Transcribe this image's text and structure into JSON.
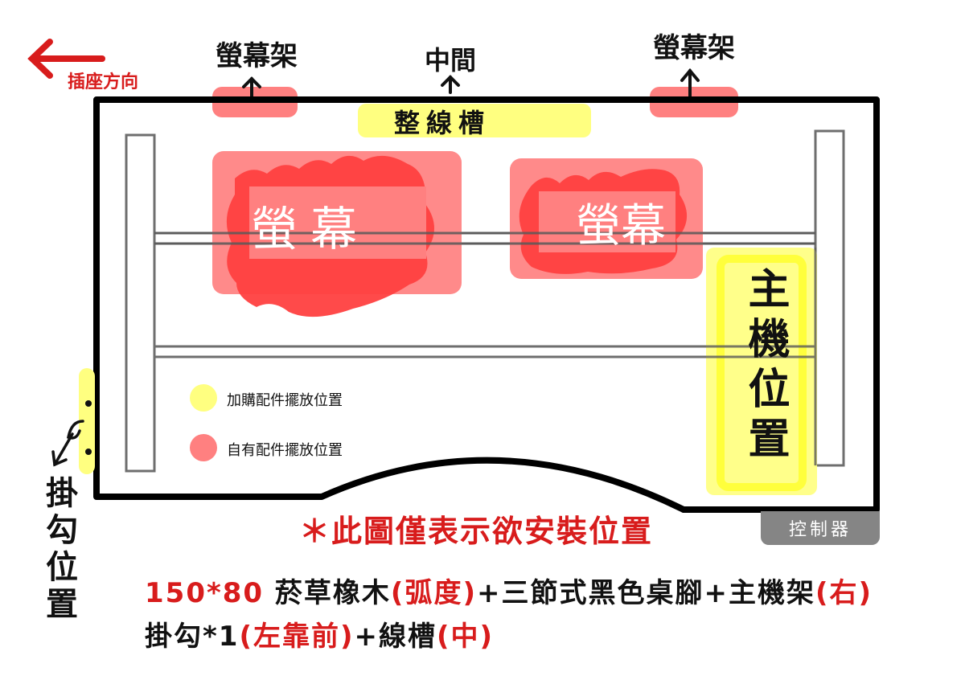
{
  "colors": {
    "red_text": "#d81c1c",
    "own_accessory": "#ff8080",
    "own_accessory_dark": "#ff4040",
    "purchased_accessory": "#ffff80",
    "desk_outline": "#000000",
    "frame_line": "#6e6e6e",
    "controller": "#858585"
  },
  "top_labels": {
    "outlet_direction": "插座方向",
    "monitor_arm_left": "螢幕架",
    "middle": "中間",
    "monitor_arm_right": "螢幕架"
  },
  "desk": {
    "cable_tray": "整線槽",
    "monitor_left": "螢幕",
    "monitor_right": "螢幕",
    "pc_position": "主機位置",
    "controller": "控制器",
    "hook_position": "掛勾位置"
  },
  "legend": [
    {
      "color": "#ffff80",
      "label": "加購配件擺放位置"
    },
    {
      "color": "#ff8080",
      "label": "自有配件擺放位置"
    }
  ],
  "note": "＊此圖僅表示欲安裝位置",
  "spec": {
    "line1": [
      {
        "text": "150*80 ",
        "color": "red"
      },
      {
        "text": "菸草橡木",
        "color": "black"
      },
      {
        "text": "(弧度)",
        "color": "red"
      },
      {
        "text": "+三節式黑色桌腳+主機架",
        "color": "black"
      },
      {
        "text": "(右)",
        "color": "red"
      }
    ],
    "line2": [
      {
        "text": "掛勾*1",
        "color": "black"
      },
      {
        "text": "(左靠前)",
        "color": "red"
      },
      {
        "text": "+線槽",
        "color": "black"
      },
      {
        "text": "(中)",
        "color": "red"
      }
    ]
  }
}
